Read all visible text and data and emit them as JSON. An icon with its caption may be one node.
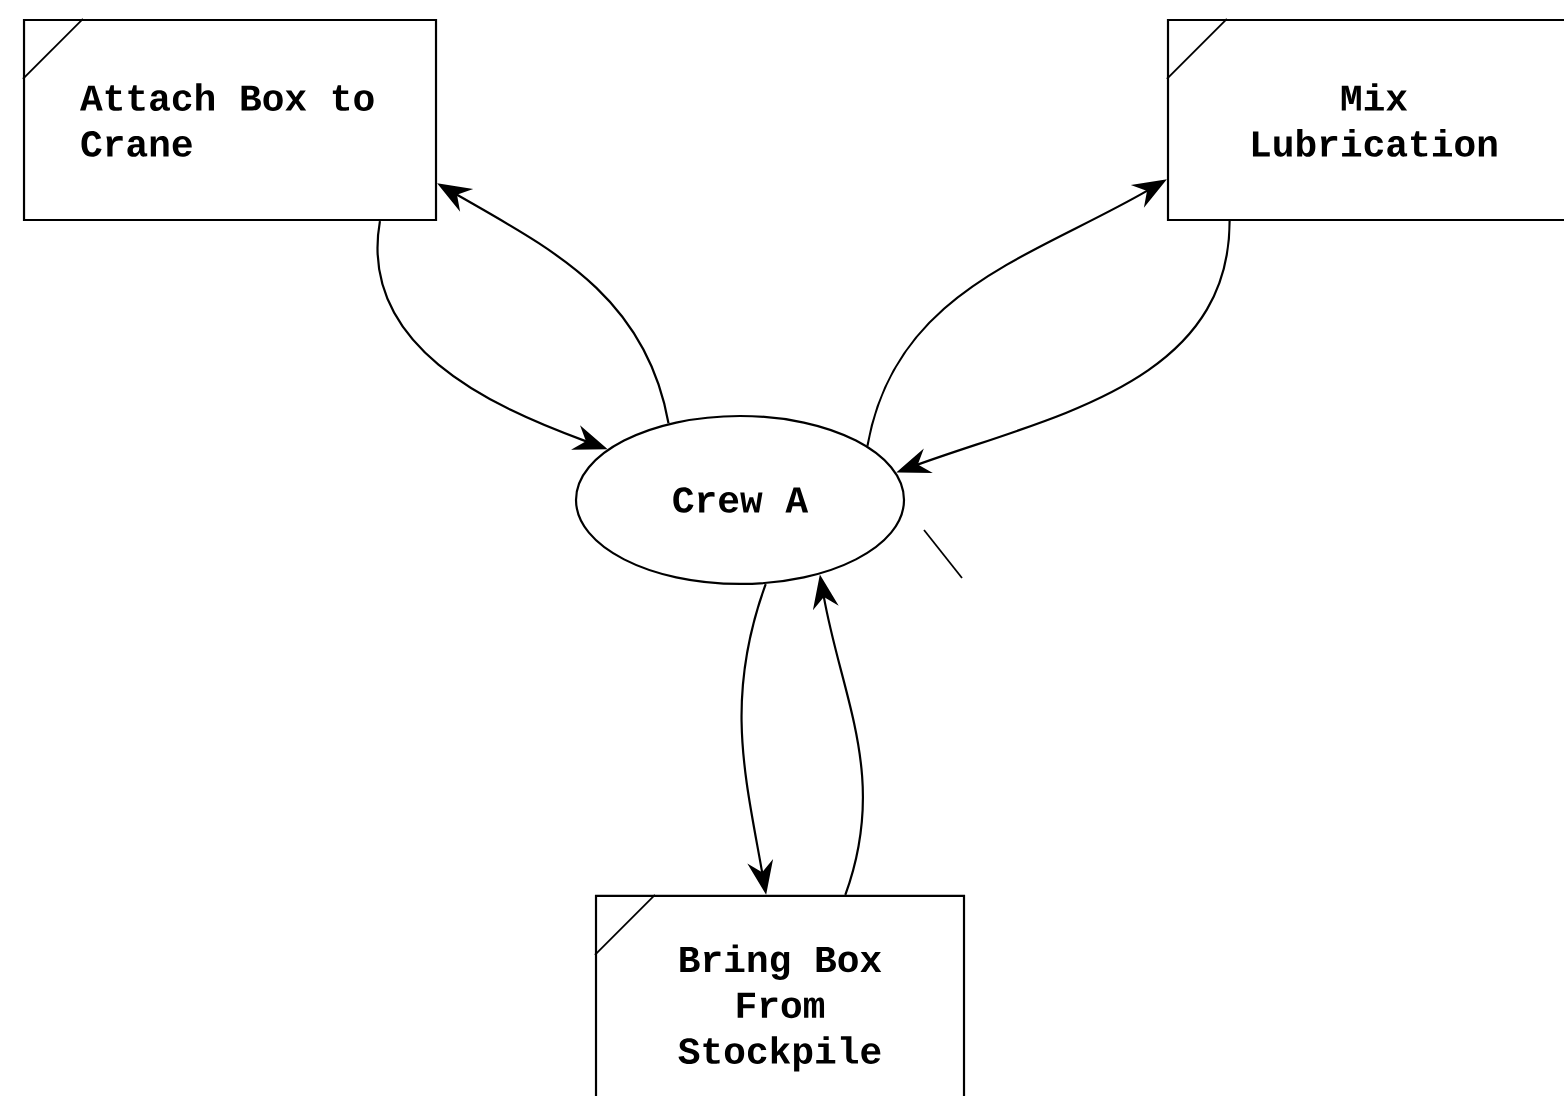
{
  "diagram": {
    "nodes": [
      {
        "text": [
          "Attach Box to Crane"
        ]
      },
      {
        "text": [
          "Mix Lubrication"
        ]
      },
      {
        "text": [
          "Crew A"
        ]
      },
      {
        "text": [
          "Bring Box From Stockpile"
        ]
      }
    ],
    "edges": [
      {
        "from": 0,
        "to": 2,
        "arrow": "to"
      },
      {
        "from": 2,
        "to": 0,
        "arrow": "to"
      },
      {
        "from": 2,
        "to": 1,
        "arrow": "to"
      },
      {
        "from": 1,
        "to": 2,
        "arrow": "to"
      },
      {
        "from": 2,
        "to": 3,
        "arrow": "to"
      },
      {
        "from": 3,
        "to": 2,
        "arrow": "to"
      }
    ]
  }
}
